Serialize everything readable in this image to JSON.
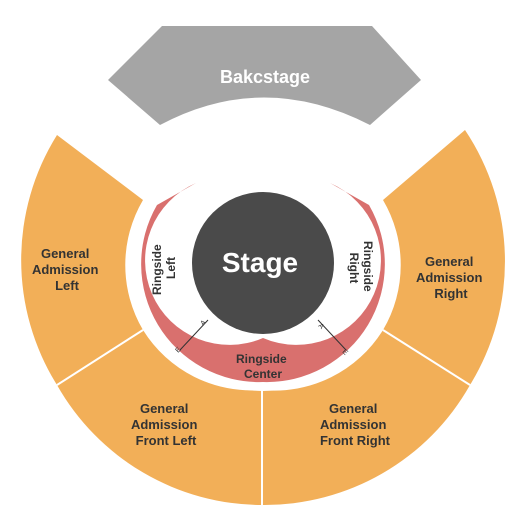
{
  "colors": {
    "backstage": "#A5A5A5",
    "general_admission": "#F2AF58",
    "ringside": "#D9706E",
    "stage": "#4A4A4A",
    "stage_label": "#ffffff",
    "section_label": "#333333",
    "divider": "#ffffff"
  },
  "sections": {
    "backstage": {
      "label": "Bakcstage"
    },
    "stage": {
      "label": "Stage"
    },
    "ringside_left": {
      "label_lines": [
        "Ringside",
        "Left"
      ]
    },
    "ringside_right": {
      "label_lines": [
        "Ringside",
        "Right"
      ]
    },
    "ringside_center": {
      "label_lines": [
        "Ringside",
        "Center"
      ]
    },
    "ga_left": {
      "label_lines": [
        "General",
        "Admission",
        "Left"
      ]
    },
    "ga_right": {
      "label_lines": [
        "General",
        "Admission",
        "Right"
      ]
    },
    "ga_front_left": {
      "label_lines": [
        "General",
        "Admission",
        "Front Left"
      ]
    },
    "ga_front_right": {
      "label_lines": [
        "General",
        "Admission",
        "Front Right"
      ]
    }
  },
  "markers": {
    "entry_arrow": "A",
    "exit_mark": "E"
  }
}
